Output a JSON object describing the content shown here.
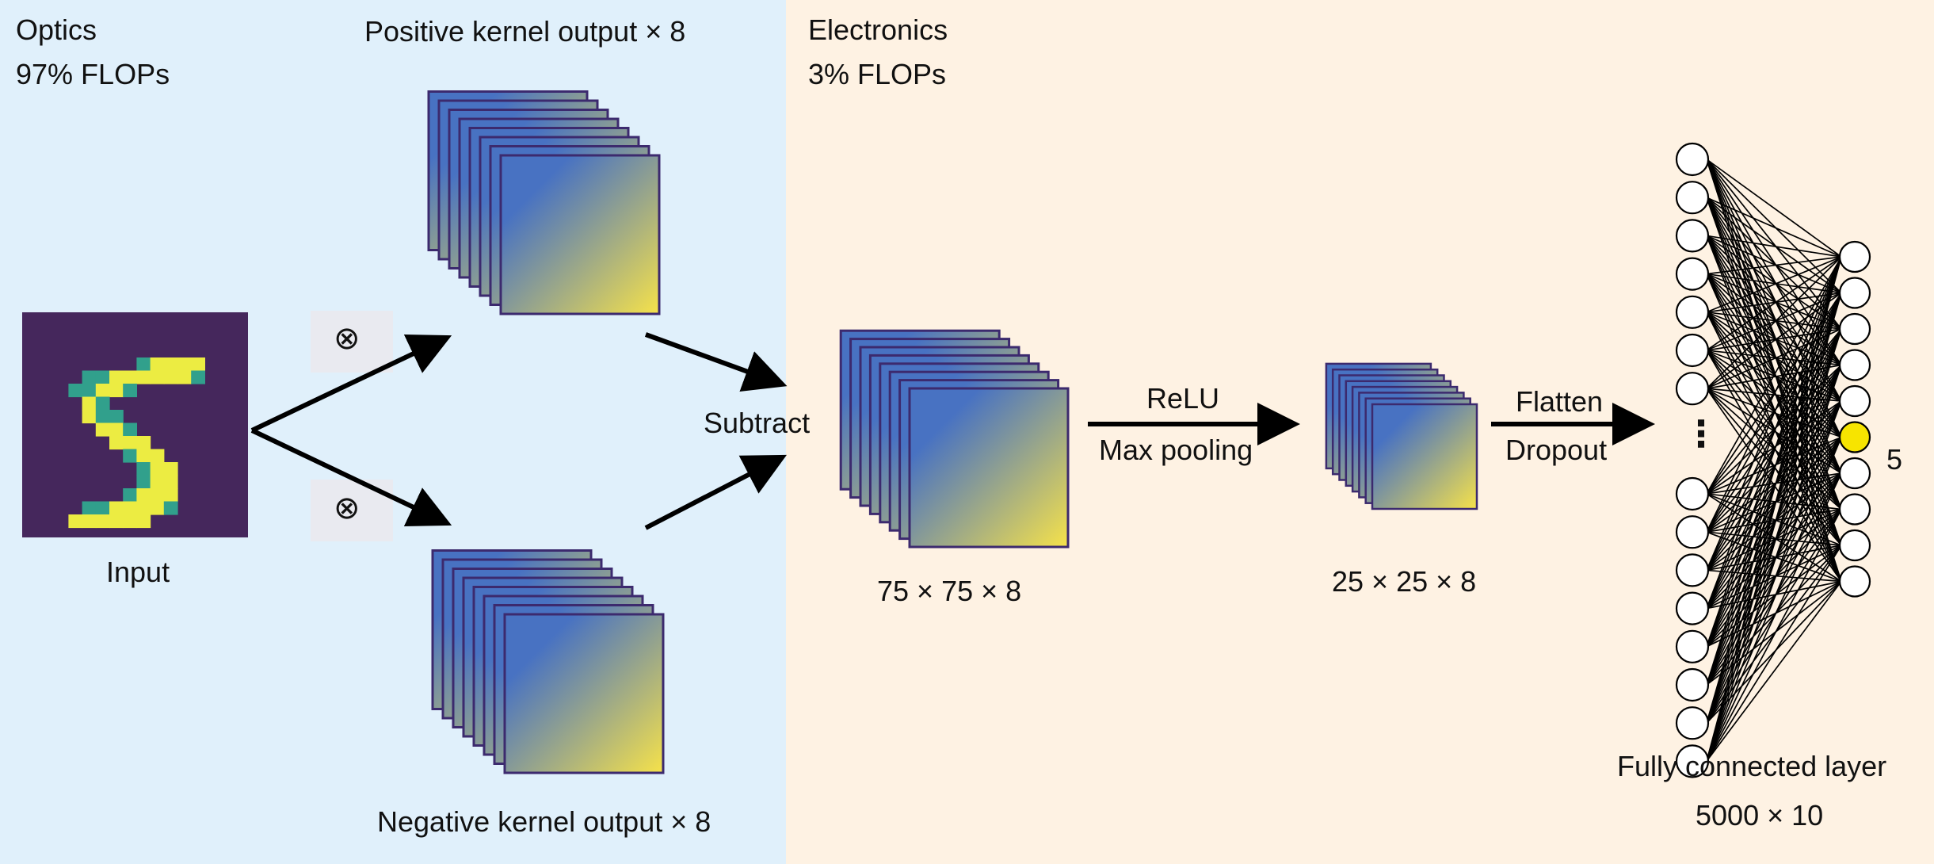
{
  "colors": {
    "optics_bg": "#e0f0fb",
    "electronics_bg": "#fef2e3",
    "stack_border": "#3c2a6e",
    "gradient_start": "#4872c2",
    "gradient_end": "#f6e24a",
    "input_bg": "#45275c",
    "digit_fill": "#ecec42",
    "digit_edge": "#31a08c",
    "highlight_neuron": "#f7e400",
    "arrow": "#000000",
    "otimes_bg": "#e9eaf0"
  },
  "optics": {
    "title": "Optics",
    "flops": "97% FLOPs"
  },
  "electronics": {
    "title": "Electronics",
    "flops": "3% FLOPs"
  },
  "input": {
    "label": "Input",
    "digit_bitmap": [
      "00000000000000",
      "00000000000000",
      "00000001222200",
      "00011222222100",
      "00112210000000",
      "00021000000000",
      "00021100000000",
      "00002210000000",
      "00000222000000",
      "00000012200000",
      "00000001220000",
      "00000001220000",
      "00000012220000",
      "00011222210000",
      "00222222000000",
      "00000000000000"
    ]
  },
  "convolution_symbol": "⊗",
  "positive_kernel": {
    "label": "Positive kernel output × 8",
    "count": 8
  },
  "negative_kernel": {
    "label": "Negative kernel output × 8",
    "count": 8
  },
  "subtract": {
    "label": "Subtract"
  },
  "feature_map": {
    "label": "75 × 75 × 8",
    "count": 8
  },
  "relu_pool": {
    "label_top": "ReLU",
    "label_bottom": "Max pooling"
  },
  "pooled_map": {
    "label": "25 × 25 × 8",
    "count": 8
  },
  "flatten_dropout": {
    "label_top": "Flatten",
    "label_bottom": "Dropout"
  },
  "fully_connected": {
    "title": "Fully connected layer",
    "size": "5000 × 10",
    "output_label": "5",
    "input_nodes_visible": 15,
    "output_nodes": 10,
    "highlighted_output_index": 5,
    "ellipsis": "⋮"
  }
}
